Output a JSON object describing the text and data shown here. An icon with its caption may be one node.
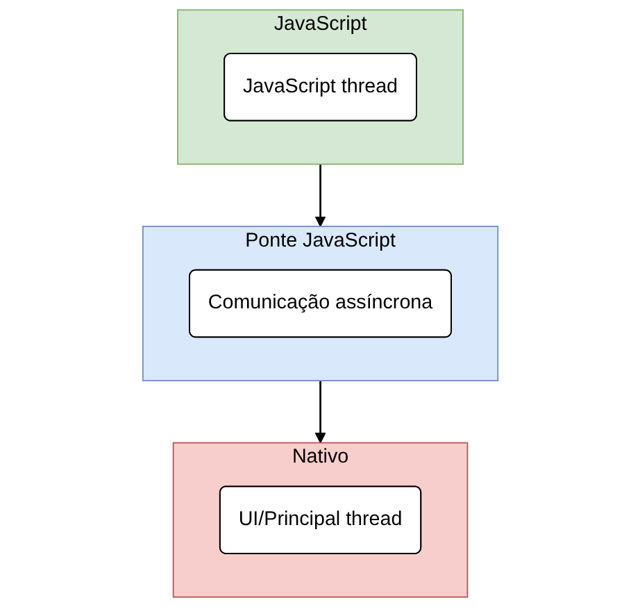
{
  "diagram": {
    "nodes": [
      {
        "text": [
          "JavaScript"
        ]
      },
      {
        "text": [
          "JavaScript thread"
        ],
        "in": 0
      },
      {
        "text": [
          "Ponte JavaScript"
        ]
      },
      {
        "text": [
          "Comunicação assíncrona"
        ],
        "in": 2
      },
      {
        "text": [
          "Nativo"
        ]
      },
      {
        "text": [
          "UI/Principal thread"
        ],
        "in": 4
      }
    ],
    "edges": [
      {
        "from": 0,
        "to": 2,
        "arrow": "to"
      },
      {
        "from": 2,
        "to": 4,
        "arrow": "to"
      }
    ]
  }
}
